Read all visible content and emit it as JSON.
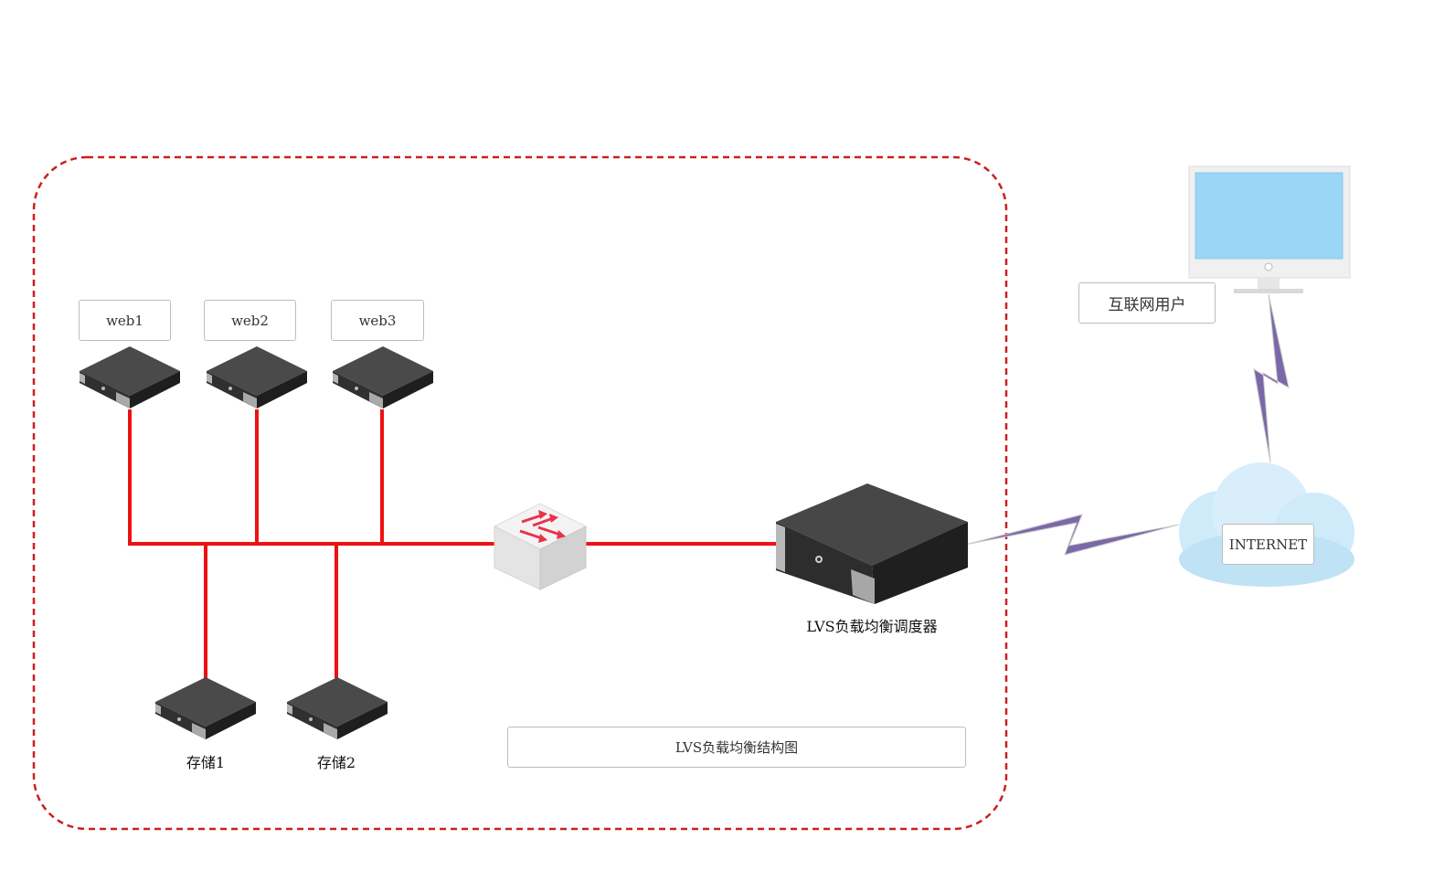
{
  "colors": {
    "boundary": "#cc1f1f",
    "link": "#ee1111",
    "wireless": "#7b68a8",
    "server_top": "#4a4a4a",
    "server_front": "#2c2c2c",
    "screen": "#9ad6f6",
    "cloud": "#cfeaf8"
  },
  "diagram": {
    "caption": "LVS负载均衡结构图",
    "web_servers": [
      {
        "label": "web1",
        "icon": "server-icon"
      },
      {
        "label": "web2",
        "icon": "server-icon"
      },
      {
        "label": "web3",
        "icon": "server-icon"
      }
    ],
    "storage": [
      {
        "label": "存储1",
        "icon": "server-icon"
      },
      {
        "label": "存储2",
        "icon": "server-icon"
      }
    ],
    "switch": {
      "icon": "switch-icon"
    },
    "load_balancer": {
      "label": "LVS负载均衡调度器",
      "icon": "server-icon"
    },
    "internet": {
      "label": "INTERNET",
      "icon": "cloud-icon"
    },
    "user": {
      "label": "互联网用户",
      "icon": "monitor-icon"
    }
  }
}
